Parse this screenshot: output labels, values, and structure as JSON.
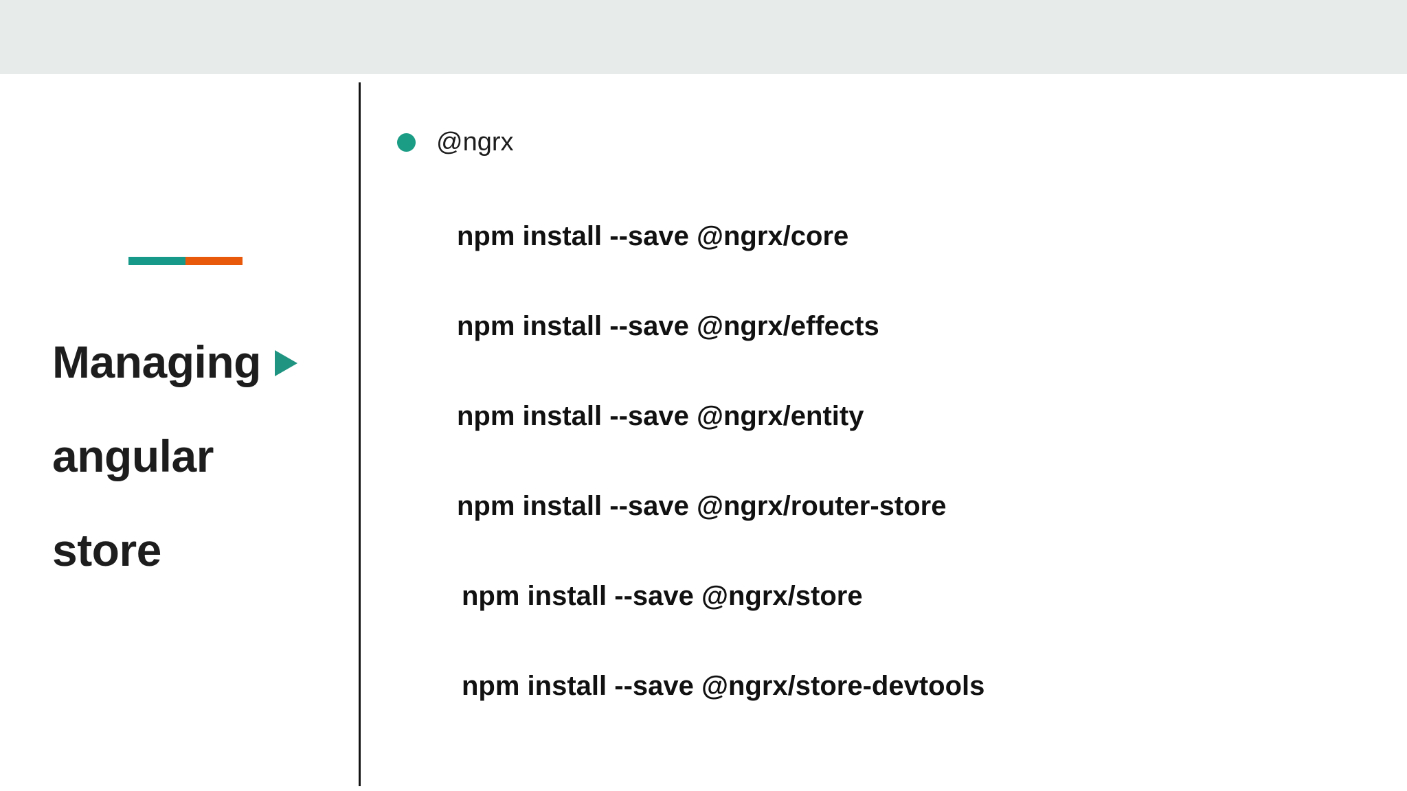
{
  "slide": {
    "title_lines": [
      "Managing",
      "angular",
      "store"
    ],
    "title_full": "Managing angular store",
    "accent": {
      "teal": "#17998a",
      "orange": "#e8590c"
    },
    "play_icon_color": "#1f9480",
    "topbar_color": "#e7ecea",
    "divider_color": "#141414",
    "background": "#ffffff"
  },
  "content": {
    "bullet": {
      "label": "@ngrx",
      "dot_color": "#1b9c85"
    },
    "commands": [
      {
        "text": "npm install --save @ngrx/core",
        "indent": "normal"
      },
      {
        "text": "npm install --save @ngrx/effects",
        "indent": "normal"
      },
      {
        "text": "npm install --save @ngrx/entity",
        "indent": "normal"
      },
      {
        "text": "npm install --save @ngrx/router-store",
        "indent": "normal"
      },
      {
        "text": "npm install --save @ngrx/store",
        "indent": "more"
      },
      {
        "text": "npm install --save @ngrx/store-devtools",
        "indent": "more"
      }
    ]
  }
}
